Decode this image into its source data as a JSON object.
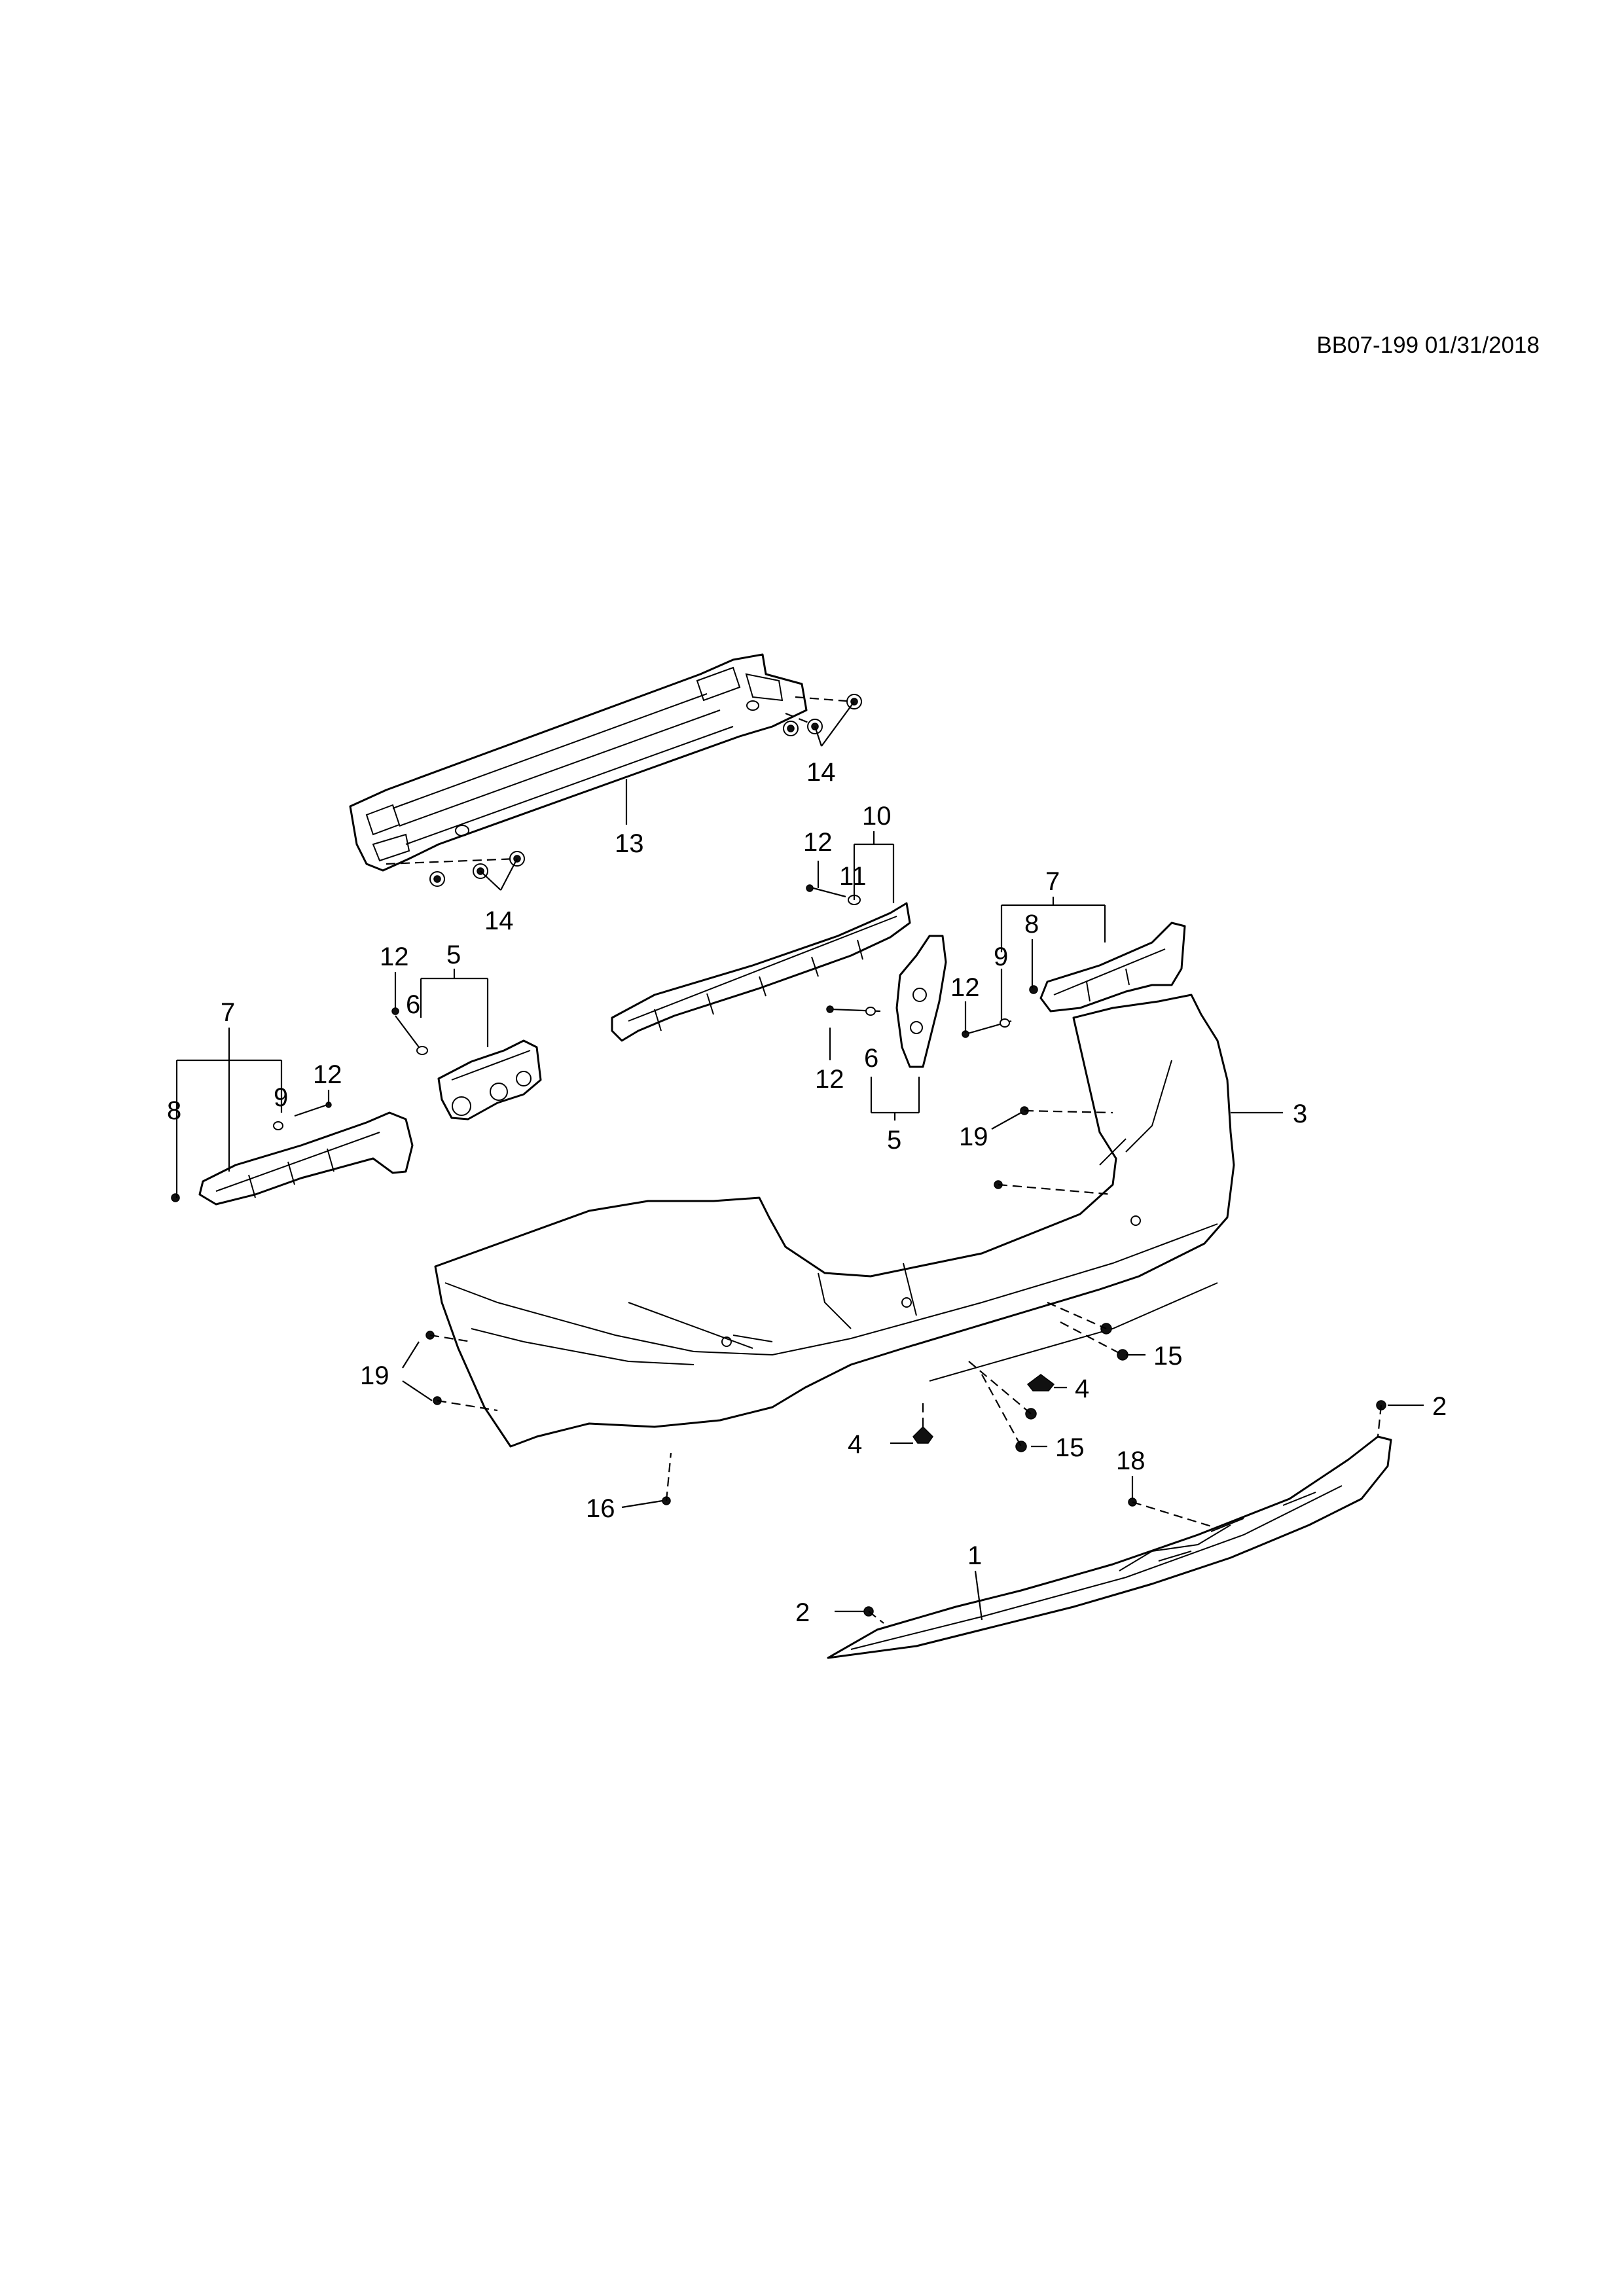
{
  "diagram": {
    "reference_code": "BB07-199 01/31/2018",
    "callouts": {
      "c1": "1",
      "c2_left": "2",
      "c2_right": "2",
      "c3": "3",
      "c4_left": "4",
      "c4_right": "4",
      "c5_left": "5",
      "c5_right": "5",
      "c6_left": "6",
      "c6_right": "6",
      "c7_left": "7",
      "c7_right": "7",
      "c8_left": "8",
      "c8_right": "8",
      "c9_left": "9",
      "c9_right": "9",
      "c10": "10",
      "c11": "11",
      "c12_a": "12",
      "c12_b": "12",
      "c12_c": "12",
      "c12_d": "12",
      "c12_e": "12",
      "c13": "13",
      "c14_top": "14",
      "c14_bottom": "14",
      "c15_top": "15",
      "c15_bottom": "15",
      "c16": "16",
      "c18": "18",
      "c19_left": "19",
      "c19_right": "19"
    }
  }
}
